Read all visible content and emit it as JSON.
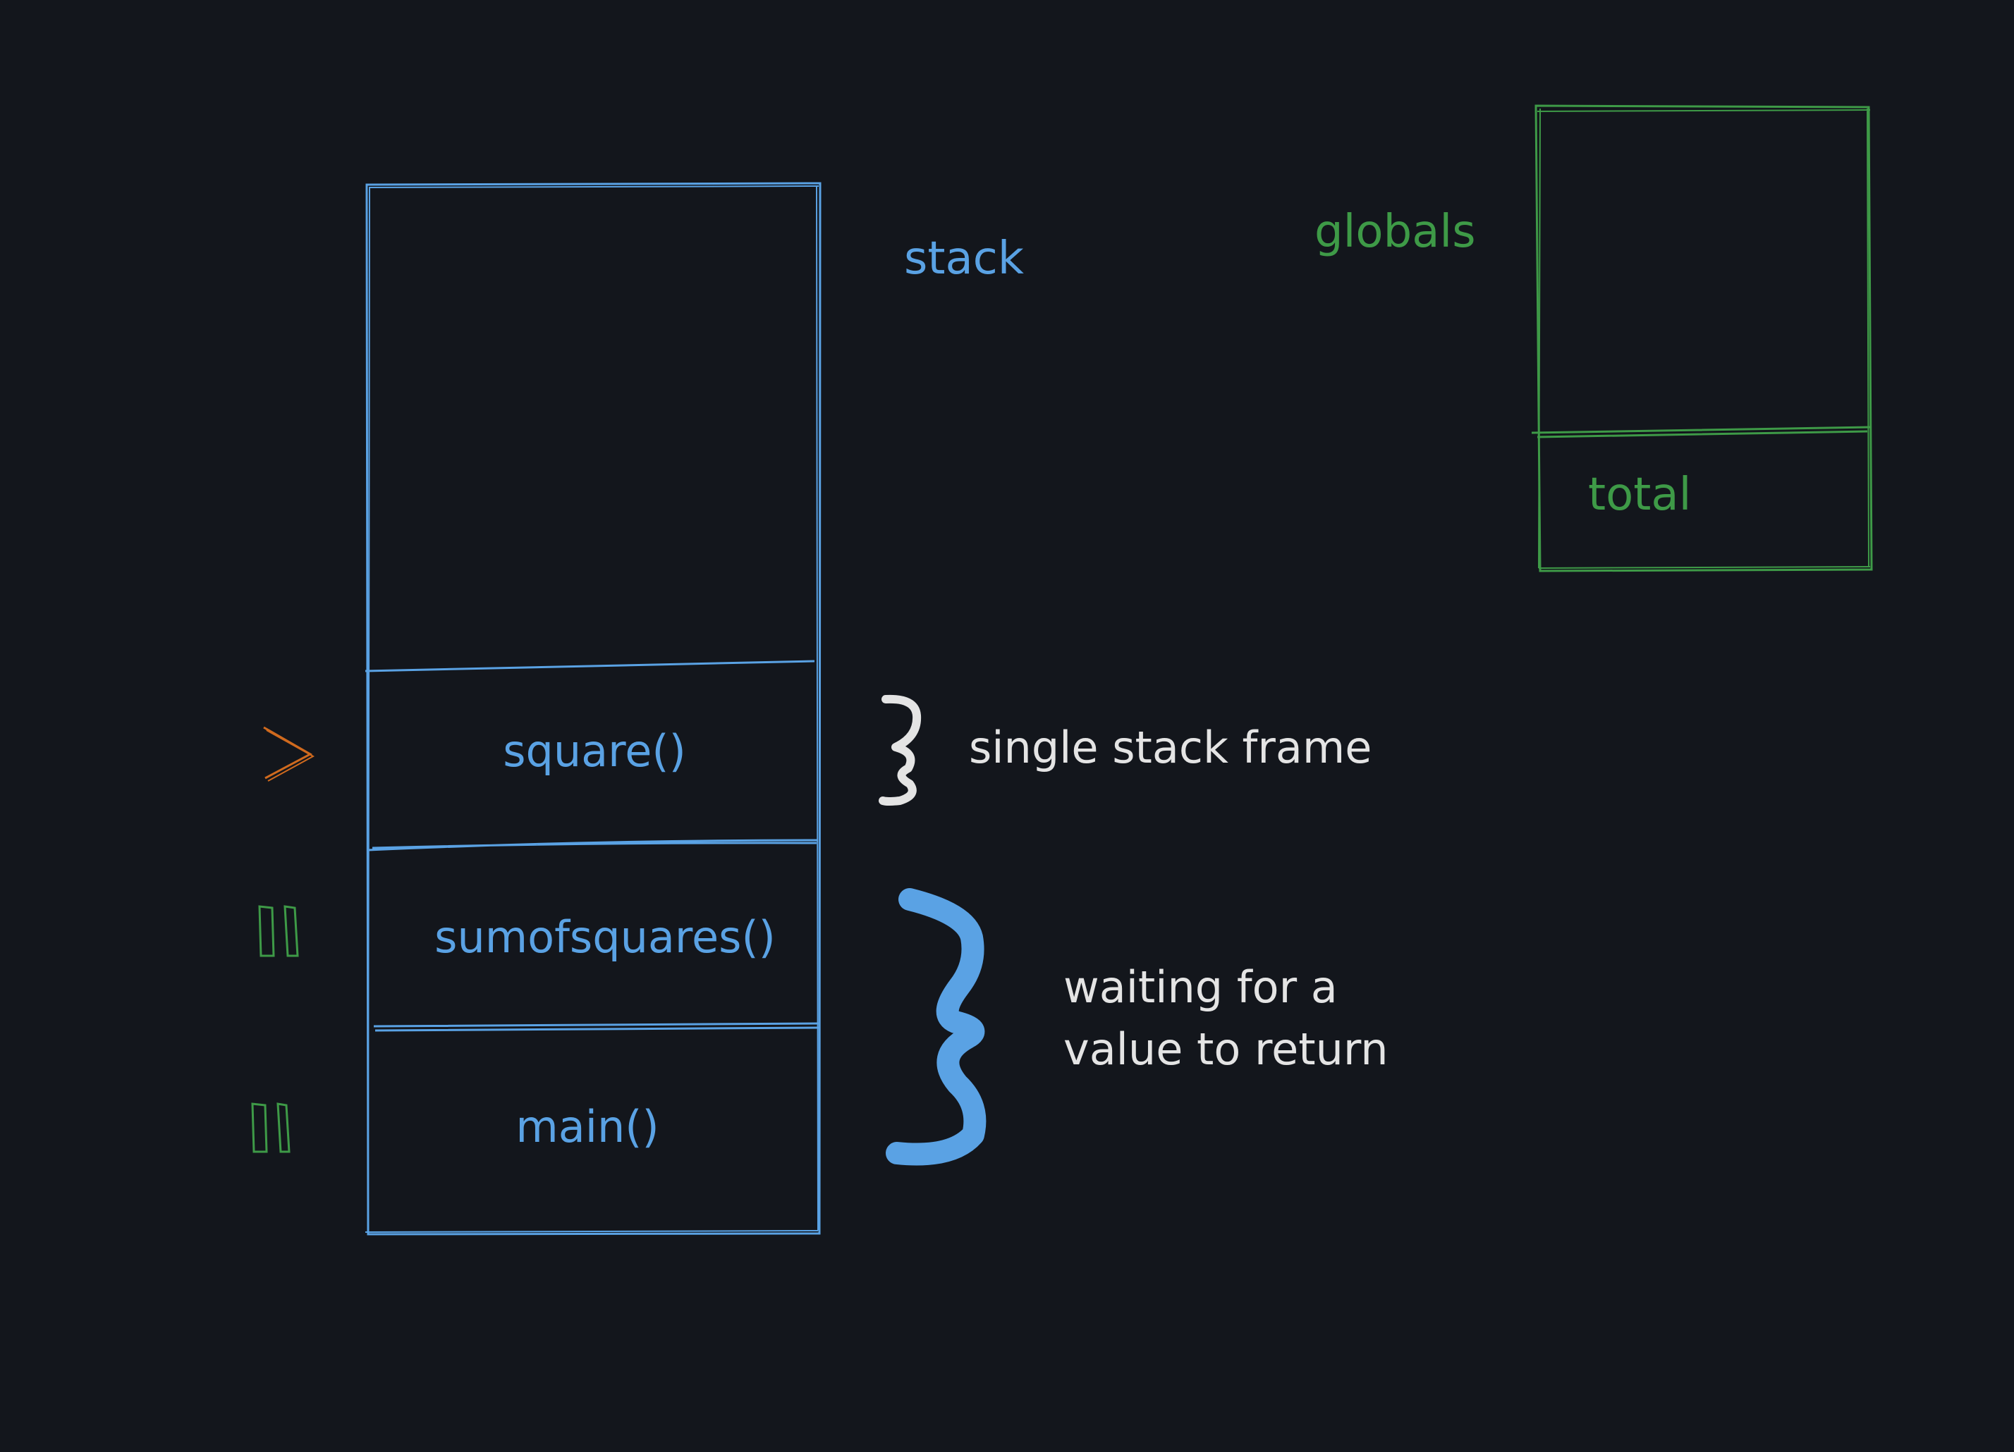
{
  "colors": {
    "background": "#13161c",
    "stack": "#5aa2e4",
    "globals": "#3e9a47",
    "annotation": "#e4e4e4",
    "active_marker": "#d06a1e"
  },
  "stack": {
    "label": "stack",
    "frames": [
      {
        "label": "square()",
        "status_icon": "play-arrow-icon"
      },
      {
        "label": "sumofsquares()",
        "status_icon": "pause-icon"
      },
      {
        "label": "main()",
        "status_icon": "pause-icon"
      }
    ]
  },
  "globals": {
    "label": "globals",
    "entries": [
      "total"
    ]
  },
  "annotations": {
    "single_frame": "single stack frame",
    "waiting_line1": "waiting for a",
    "waiting_line2": "value to return"
  }
}
